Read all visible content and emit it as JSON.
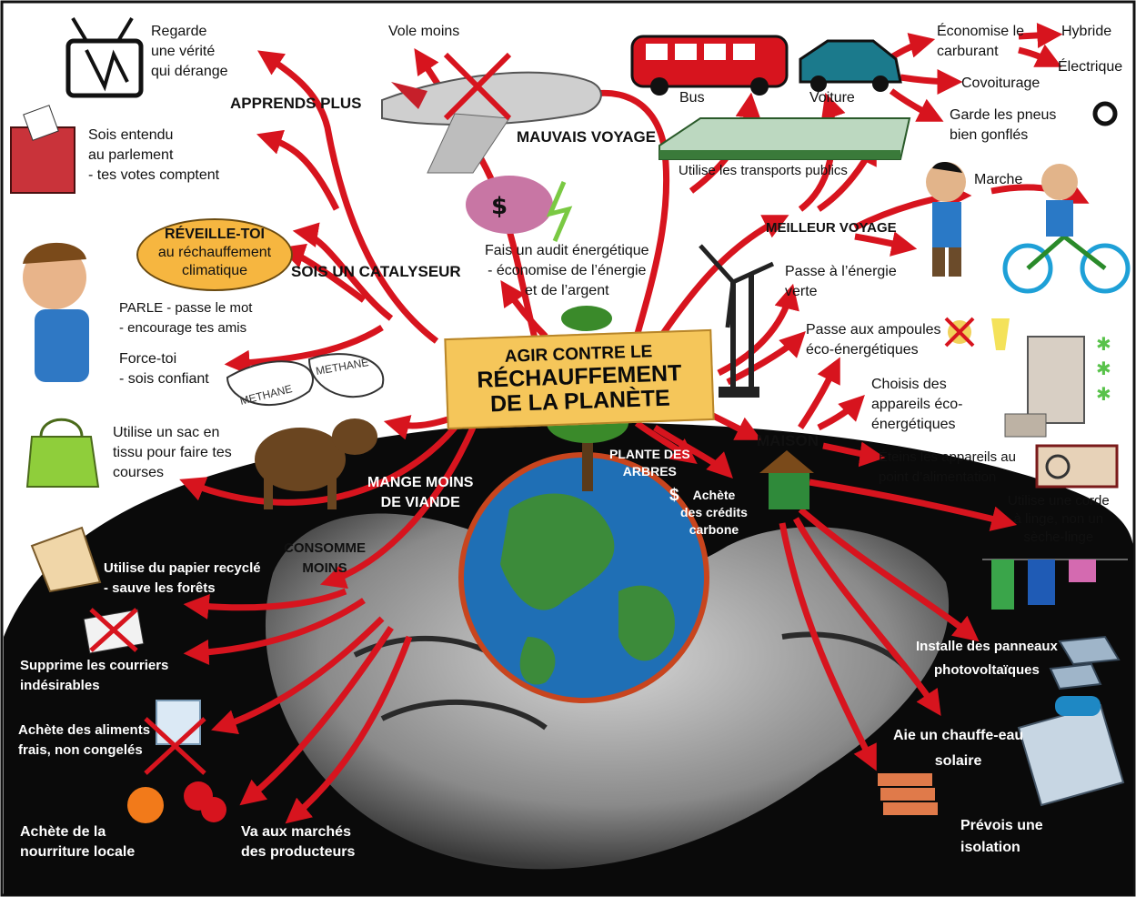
{
  "title": {
    "line1": "AGIR CONTRE LE",
    "line2": "RÉCHAUFFEMENT",
    "line3": "DE LA PLANÈTE"
  },
  "branches": {
    "apprends_plus": "APPRENDS  PLUS",
    "sois_catalyseur": "SOIS UN CATALYSEUR",
    "mauvais_voyage": "MAUVAIS VOYAGE",
    "meilleur_voyage": "MEILLEUR VOYAGE",
    "maison": "MAISON",
    "mange_moins": [
      "MANGE MOINS",
      "DE VIANDE"
    ],
    "consomme_moins": [
      "CONSOMME",
      "MOINS"
    ],
    "plante_arbres": [
      "PLANTE DES",
      "ARBRES"
    ]
  },
  "leaves": {
    "regarde": [
      "Regarde",
      "une vérité",
      "qui dérange"
    ],
    "vole_moins": "Vole moins",
    "sois_entendu": [
      "Sois entendu",
      "au parlement",
      "- tes votes comptent"
    ],
    "reveille": [
      "RÉVEILLE-TOI",
      "au réchauffement",
      "climatique"
    ],
    "parle": [
      "PARLE  - passe le mot",
      "- encourage tes amis"
    ],
    "force": [
      "Force-toi",
      "- sois confiant"
    ],
    "sac": [
      "Utilise un sac en",
      "tissu pour faire tes",
      "courses"
    ],
    "audit": [
      "Fais un audit énergétique",
      "- économise de l’énergie",
      "et de l’argent"
    ],
    "bus": "Bus",
    "voiture": "Voiture",
    "economise": [
      "Économise le",
      "carburant"
    ],
    "hybride": "Hybride",
    "electrique": "Électrique",
    "covoiturage": "Covoiturage",
    "pneus": [
      "Garde les pneus",
      "bien gonflés"
    ],
    "transports": "Utilise les transports publics",
    "marche": "Marche",
    "verte": [
      "Passe à l’énergie",
      "verte"
    ],
    "ampoules": [
      "Passe aux ampoules",
      "éco-énergétiques"
    ],
    "appareils": [
      "Choisis des",
      "appareils éco-",
      "énergétiques"
    ],
    "eteins": [
      "Éteins les appareils au",
      "point d’alimentation"
    ],
    "corde": [
      "Utilise une corde",
      "à linge, non un",
      "sèche-linge"
    ],
    "credits": [
      "Achète",
      "des crédits",
      "carbone"
    ],
    "papier": [
      "Utilise du papier recyclé",
      "- sauve les forêts"
    ],
    "courriers": [
      "Supprime les courriers",
      "indésirables"
    ],
    "aliments": [
      "Achète des aliments",
      "frais, non congelés"
    ],
    "locale": [
      "Achète de la",
      "nourriture locale"
    ],
    "marches": [
      "Va aux marchés",
      "des producteurs"
    ],
    "panneaux": [
      "Installe des panneaux",
      "photovoltaïques"
    ],
    "chauffe": [
      "Aie un chauffe-eau",
      "solaire"
    ],
    "isolation": [
      "Prévois une",
      "isolation"
    ],
    "methane": [
      "METHANE",
      "METHANE"
    ]
  },
  "colors": {
    "arrow": "#d7141e",
    "title_bg": "#f5c65a",
    "bubble": "#f6b640",
    "dark": "#0a0a0a"
  },
  "icons": [
    "tv-icon",
    "ballot-box-icon",
    "airplane-icon",
    "bus-icon",
    "car-icon",
    "tram-icon",
    "tire-icon",
    "piggy-bank-icon",
    "wind-turbine-icon",
    "walking-boy-icon",
    "cyclist-icon",
    "lightbulb-icon",
    "fridge-icon",
    "power-socket-icon",
    "house-icon",
    "clothesline-icon",
    "solar-panel-icon",
    "solar-water-heater-icon",
    "insulation-icon",
    "cow-icon",
    "tote-bag-icon",
    "paper-icon",
    "mail-icon",
    "ice-cube-icon",
    "fruit-icon",
    "globe-icon",
    "hands-icon",
    "seedling-icon",
    "boy-speaking-icon"
  ]
}
